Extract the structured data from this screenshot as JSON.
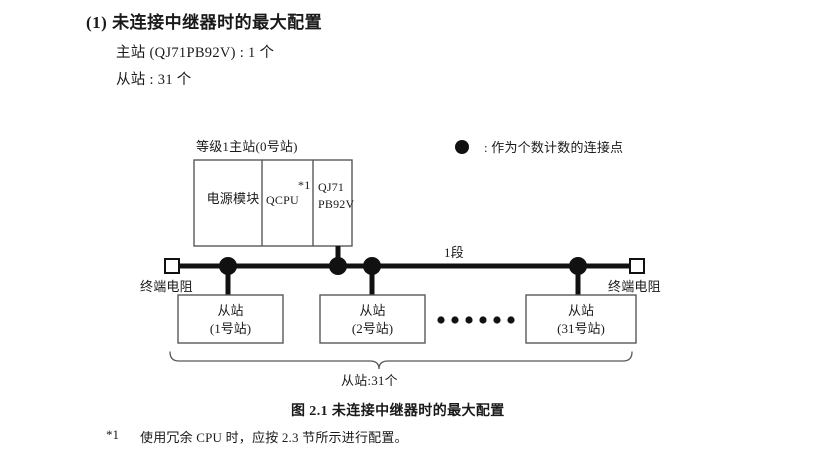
{
  "section": {
    "number": "(1)",
    "title": "未连接中继器时的最大配置",
    "lines": [
      "主站 (QJ71PB92V) : 1 个",
      "从站 : 31 个"
    ]
  },
  "legend": {
    "symbol": "filled-circle",
    "text": ": 作为个数计数的连接点"
  },
  "diagram": {
    "master": {
      "title": "等级1主站(0号站)",
      "cells": [
        {
          "label": "电源模块"
        },
        {
          "label": "QCPU",
          "footnote_ref": "*1"
        },
        {
          "label_line1": "QJ71",
          "label_line2": "PB92V"
        }
      ]
    },
    "bus": {
      "segment_label": "1段",
      "terminator_left": "终端电阻",
      "terminator_right": "终端电阻",
      "connection_dots": 4,
      "ellipsis_dots": 6
    },
    "slaves": [
      {
        "line1": "从站",
        "line2": "(1号站)"
      },
      {
        "line1": "从站",
        "line2": "(2号站)"
      },
      {
        "line1": "从站",
        "line2": "(31号站)"
      }
    ],
    "brace_label": "从站:31个"
  },
  "caption": "图 2.1  未连接中继器时的最大配置",
  "footnote": {
    "mark": "*1",
    "text": "使用冗余 CPU 时，应按 2.3 节所示进行配置。"
  },
  "colors": {
    "ink": "#1a1a1a",
    "line": "#111111",
    "box_border": "#58585a",
    "background": "#ffffff"
  }
}
